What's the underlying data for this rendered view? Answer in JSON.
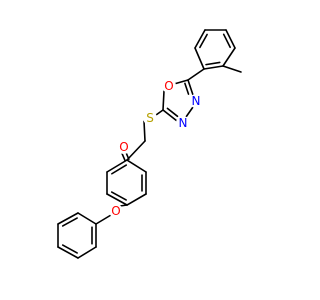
{
  "atom_colors": {
    "O": "#ff0000",
    "S": "#b5a000",
    "N": "#0000ff"
  },
  "atom_labels": {
    "sulfur": "S",
    "ketone_oxygen": "O",
    "ring_oxygen": "O",
    "nitrogen_3": "N",
    "nitrogen_4": "N",
    "ether_oxygen": "O"
  }
}
